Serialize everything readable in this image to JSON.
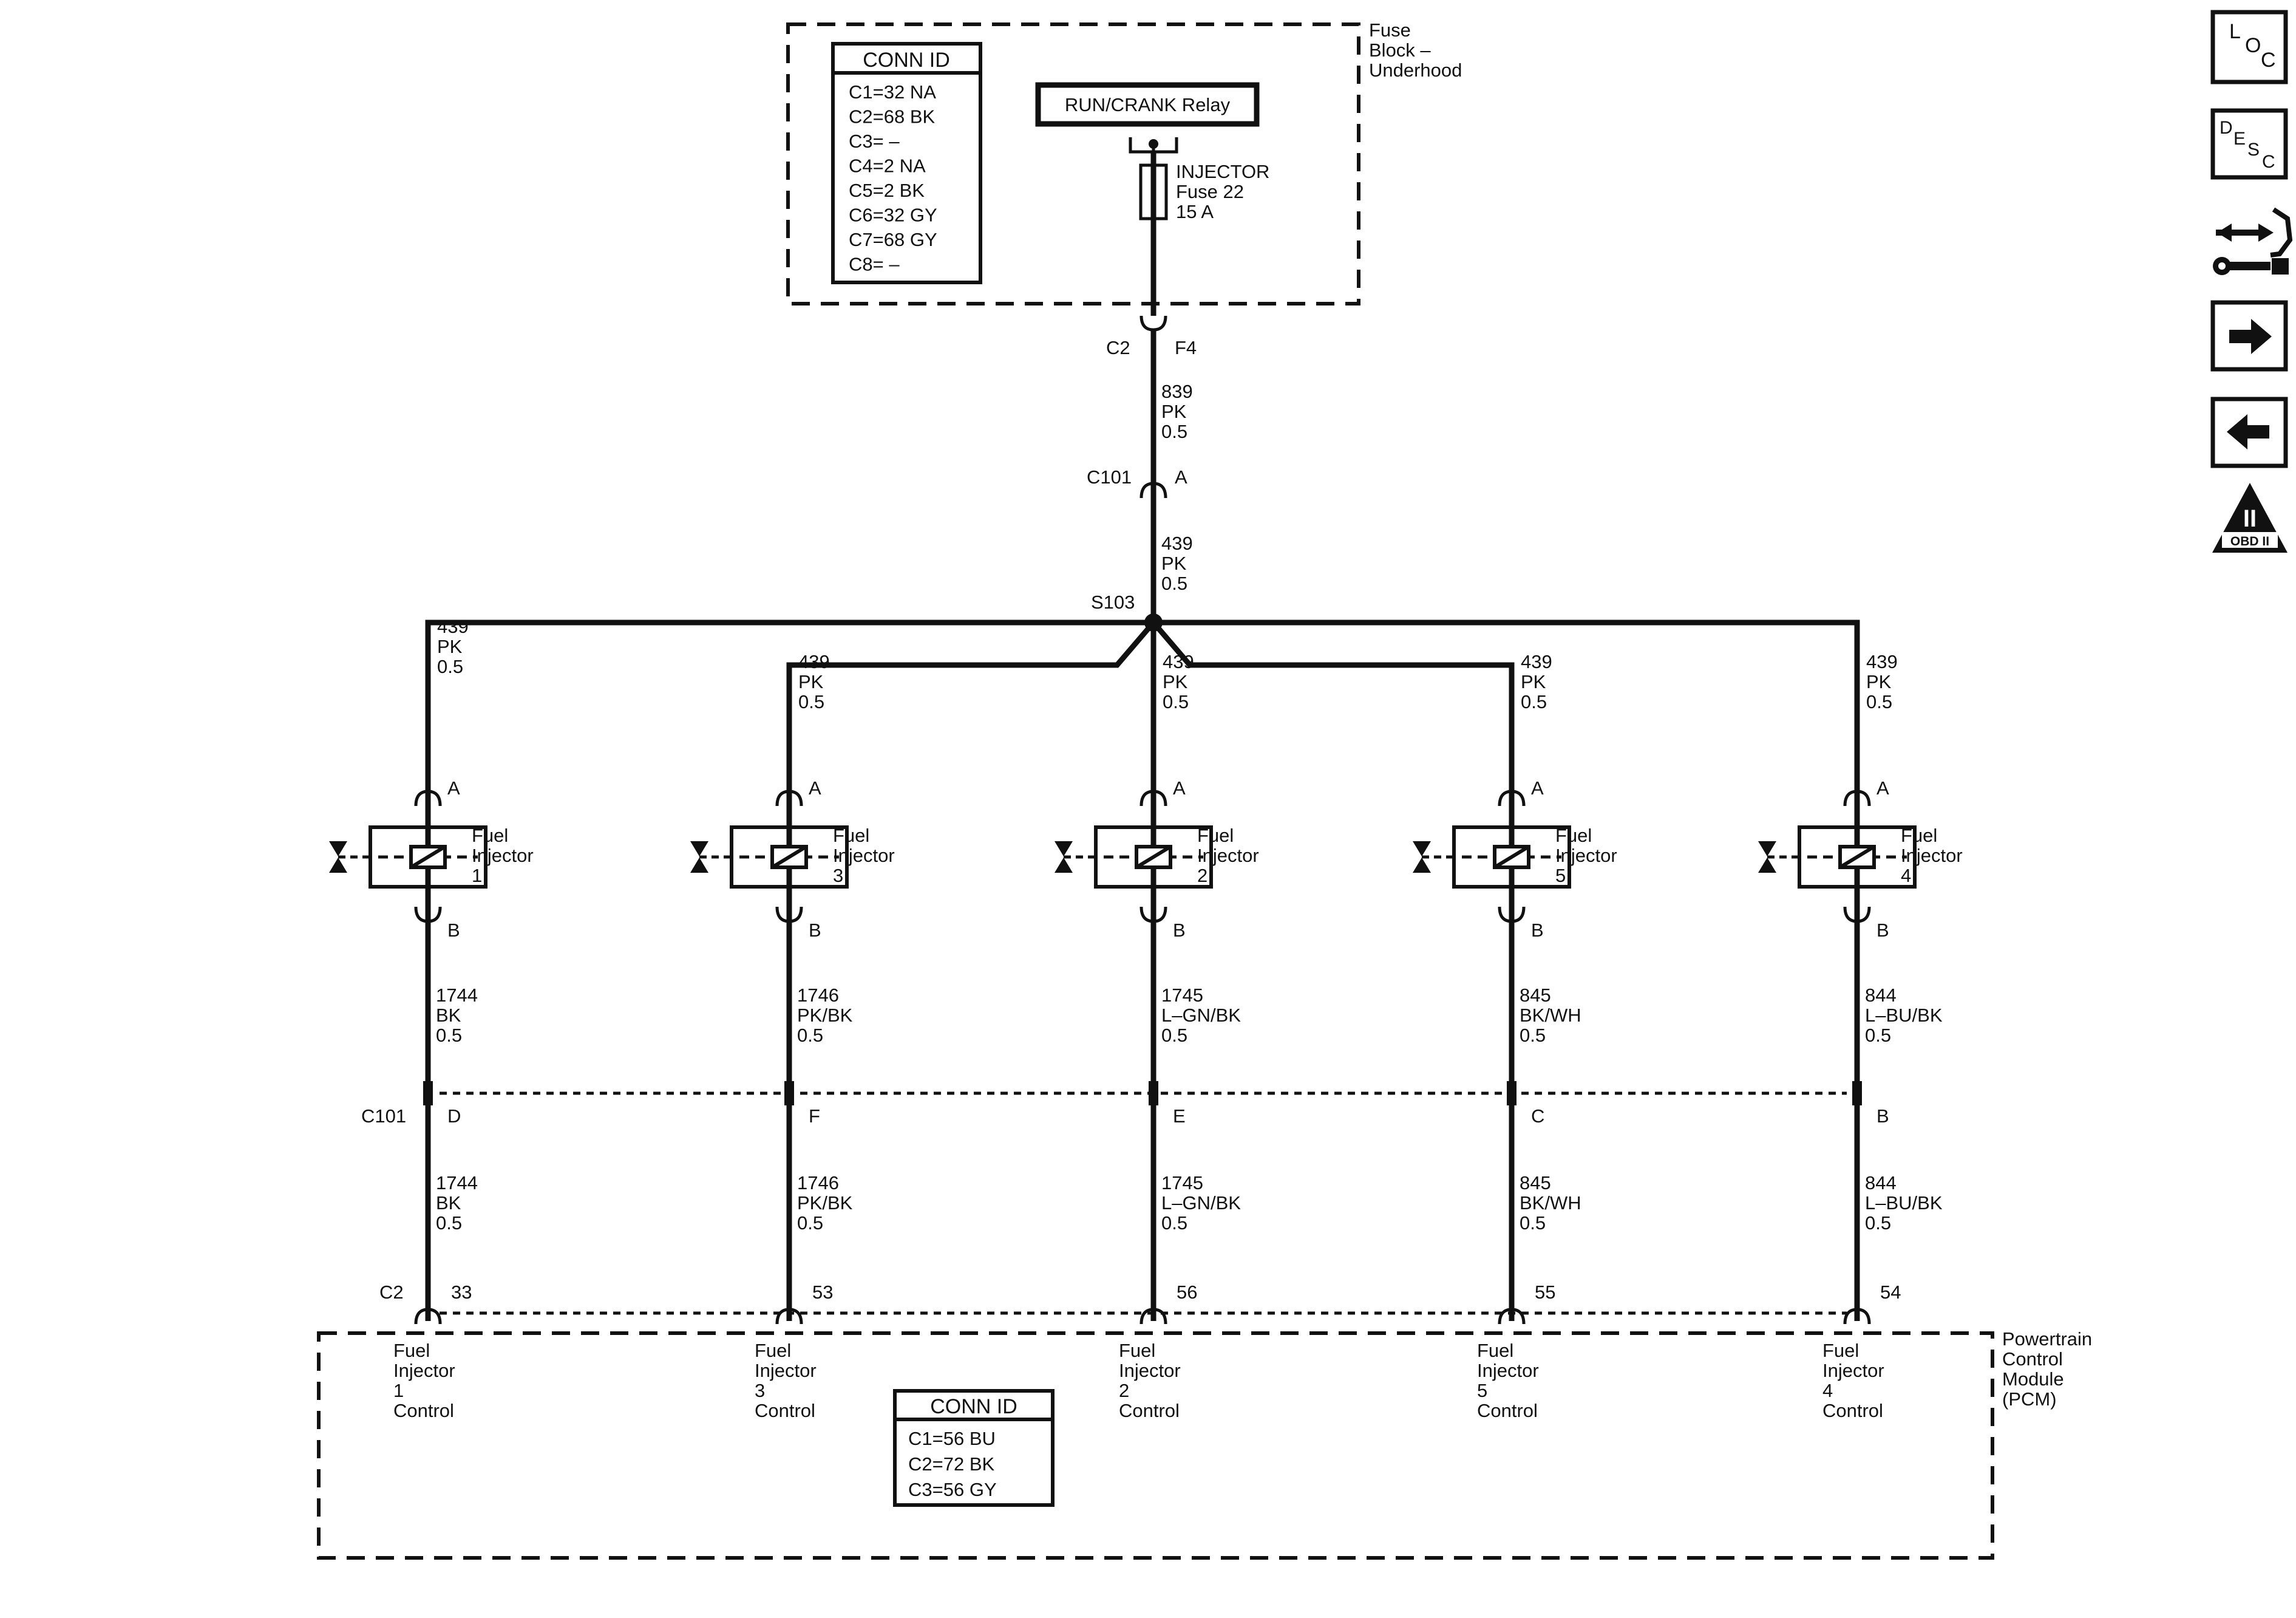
{
  "fuse_block": {
    "label": [
      "Fuse",
      "Block –",
      "Underhood"
    ],
    "conn_id": {
      "title": "CONN ID",
      "rows": [
        "C1=32 NA",
        "C2=68 BK",
        "C3= –",
        "C4=2 NA",
        "C5=2 BK",
        "C6=32 GY",
        "C7=68 GY",
        "C8= –"
      ]
    },
    "relay": "RUN/CRANK Relay",
    "fuse": [
      "INJECTOR",
      "Fuse 22",
      "15 A"
    ]
  },
  "feed": {
    "c2_conn": "C2",
    "c2_pin": "F4",
    "wire1": [
      "839",
      "PK",
      "0.5"
    ],
    "c101_conn": "C101",
    "c101_pin": "A",
    "wire2": [
      "439",
      "PK",
      "0.5"
    ],
    "splice": "S103"
  },
  "injectors": [
    {
      "upper_wire": [
        "439",
        "PK",
        "0.5"
      ],
      "pin_a": "A",
      "label": [
        "Fuel",
        "Injector",
        "1"
      ],
      "pin_b": "B",
      "lower_wire": [
        "1744",
        "BK",
        "0.5"
      ],
      "c101_pin": "D",
      "pcm_wire": [
        "1744",
        "BK",
        "0.5"
      ],
      "pcm_pin": "33",
      "pcm_label": [
        "Fuel",
        "Injector",
        "1",
        "Control"
      ]
    },
    {
      "upper_wire": [
        "439",
        "PK",
        "0.5"
      ],
      "pin_a": "A",
      "label": [
        "Fuel",
        "Injector",
        "3"
      ],
      "pin_b": "B",
      "lower_wire": [
        "1746",
        "PK/BK",
        "0.5"
      ],
      "c101_pin": "F",
      "pcm_wire": [
        "1746",
        "PK/BK",
        "0.5"
      ],
      "pcm_pin": "53",
      "pcm_label": [
        "Fuel",
        "Injector",
        "3",
        "Control"
      ]
    },
    {
      "upper_wire": [
        "439",
        "PK",
        "0.5"
      ],
      "pin_a": "A",
      "label": [
        "Fuel",
        "Injector",
        "2"
      ],
      "pin_b": "B",
      "lower_wire": [
        "1745",
        "L–GN/BK",
        "0.5"
      ],
      "c101_pin": "E",
      "pcm_wire": [
        "1745",
        "L–GN/BK",
        "0.5"
      ],
      "pcm_pin": "56",
      "pcm_label": [
        "Fuel",
        "Injector",
        "2",
        "Control"
      ]
    },
    {
      "upper_wire": [
        "439",
        "PK",
        "0.5"
      ],
      "pin_a": "A",
      "label": [
        "Fuel",
        "Injector",
        "5"
      ],
      "pin_b": "B",
      "lower_wire": [
        "845",
        "BK/WH",
        "0.5"
      ],
      "c101_pin": "C",
      "pcm_wire": [
        "845",
        "BK/WH",
        "0.5"
      ],
      "pcm_pin": "55",
      "pcm_label": [
        "Fuel",
        "Injector",
        "5",
        "Control"
      ]
    },
    {
      "upper_wire": [
        "439",
        "PK",
        "0.5"
      ],
      "pin_a": "A",
      "label": [
        "Fuel",
        "Injector",
        "4"
      ],
      "pin_b": "B",
      "lower_wire": [
        "844",
        "L–BU/BK",
        "0.5"
      ],
      "c101_pin": "B",
      "pcm_wire": [
        "844",
        "L–BU/BK",
        "0.5"
      ],
      "pcm_pin": "54",
      "pcm_label": [
        "Fuel",
        "Injector",
        "4",
        "Control"
      ]
    }
  ],
  "c101_label": "C101",
  "c2_label": "C2",
  "pcm": {
    "label": [
      "Powertrain",
      "Control",
      "Module",
      "(PCM)"
    ],
    "conn_id": {
      "title": "CONN ID",
      "rows": [
        "C1=56 BU",
        "C2=72 BK",
        "C3=56 GY"
      ]
    }
  },
  "nav": [
    {
      "name": "loc-button",
      "kind": "letters",
      "letters": [
        "L",
        "O",
        "C"
      ]
    },
    {
      "name": "desc-button",
      "kind": "letters",
      "letters": [
        "D",
        "E",
        "S",
        "C"
      ]
    },
    {
      "name": "connector-tool-button",
      "kind": "icon",
      "icon": "connector-wrench-icon"
    },
    {
      "name": "next-button",
      "kind": "icon",
      "icon": "arrow-right-icon"
    },
    {
      "name": "previous-button",
      "kind": "icon",
      "icon": "arrow-left-icon"
    },
    {
      "name": "obd-ii-button",
      "kind": "icon",
      "icon": "obd-ii-warning-icon",
      "text": [
        "II",
        "OBD II"
      ]
    }
  ]
}
